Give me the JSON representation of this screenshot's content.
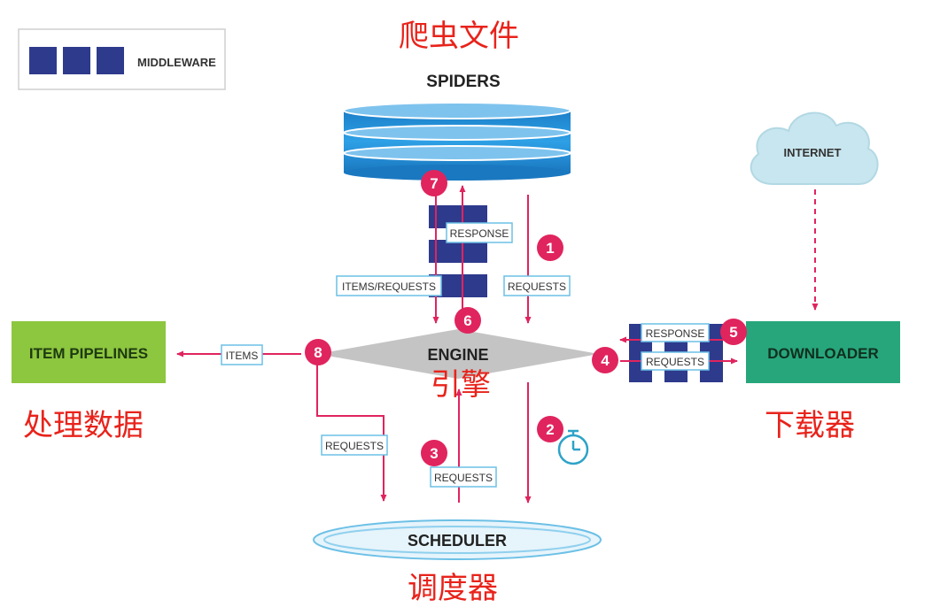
{
  "legend": {
    "label": "MIDDLEWARE"
  },
  "components": {
    "spiders": "SPIDERS",
    "engine": "ENGINE",
    "scheduler": "SCHEDULER",
    "downloader": "DOWNLOADER",
    "item_pipelines": "ITEM PIPELINES",
    "internet": "INTERNET"
  },
  "annotations_cn": {
    "spiders": "爬虫文件",
    "engine": "引擎",
    "item_pipelines": "处理数据",
    "downloader": "下载器",
    "scheduler": "调度器"
  },
  "flow_labels": {
    "response_top": "RESPONSE",
    "items_requests": "ITEMS/REQUESTS",
    "requests_right": "REQUESTS",
    "items": "ITEMS",
    "requests_sched_left": "REQUESTS",
    "requests_sched_up": "REQUESTS",
    "response_downloader": "RESPONSE",
    "requests_downloader": "REQUESTS"
  },
  "steps": [
    "1",
    "2",
    "3",
    "4",
    "5",
    "6",
    "7",
    "8"
  ],
  "colors": {
    "accent_pink": "#e0245e",
    "middleware_navy": "#2e3a8c",
    "pipelines_green": "#8dc63f",
    "downloader_green": "#27a67c",
    "engine_gray": "#c4c4c4",
    "cn_red": "#e8231b",
    "spider_blue": "#1f8fd3"
  }
}
